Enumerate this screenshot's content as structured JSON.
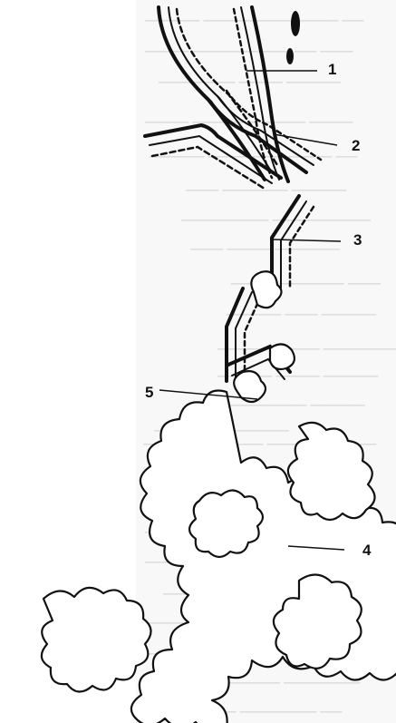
{
  "figure": {
    "labels": [
      {
        "id": "1",
        "text": "1"
      },
      {
        "id": "2",
        "text": "2"
      },
      {
        "id": "3",
        "text": "3"
      },
      {
        "id": "4",
        "text": "4"
      },
      {
        "id": "5",
        "text": "5"
      }
    ]
  }
}
